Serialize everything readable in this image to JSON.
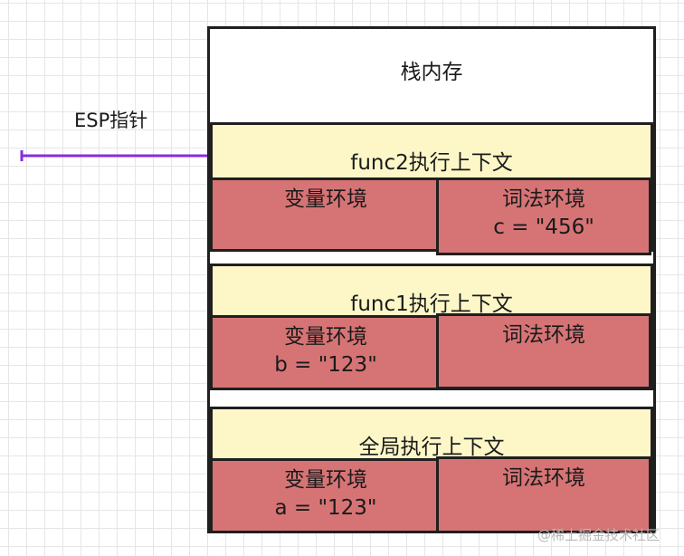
{
  "esp_label": "ESP指针",
  "stack_title": "栈内存",
  "frames": [
    {
      "header": "func2执行上下文",
      "variable_env": {
        "label": "变量环境",
        "value": ""
      },
      "lexical_env": {
        "label": "词法环境",
        "value": "c = \"456\""
      }
    },
    {
      "header": "func1执行上下文",
      "variable_env": {
        "label": "变量环境",
        "value": "b = \"123\""
      },
      "lexical_env": {
        "label": "词法环境",
        "value": ""
      }
    },
    {
      "header": "全局执行上下文",
      "variable_env": {
        "label": "变量环境",
        "value": "a = \"123\""
      },
      "lexical_env": {
        "label": "词法环境",
        "value": ""
      }
    }
  ],
  "watermark": "@稀土掘金技术社区",
  "colors": {
    "arrow": "#8a2be2",
    "frame_header": "#fdf7c8",
    "env_box": "#d67475",
    "border": "#1f1f1f"
  }
}
